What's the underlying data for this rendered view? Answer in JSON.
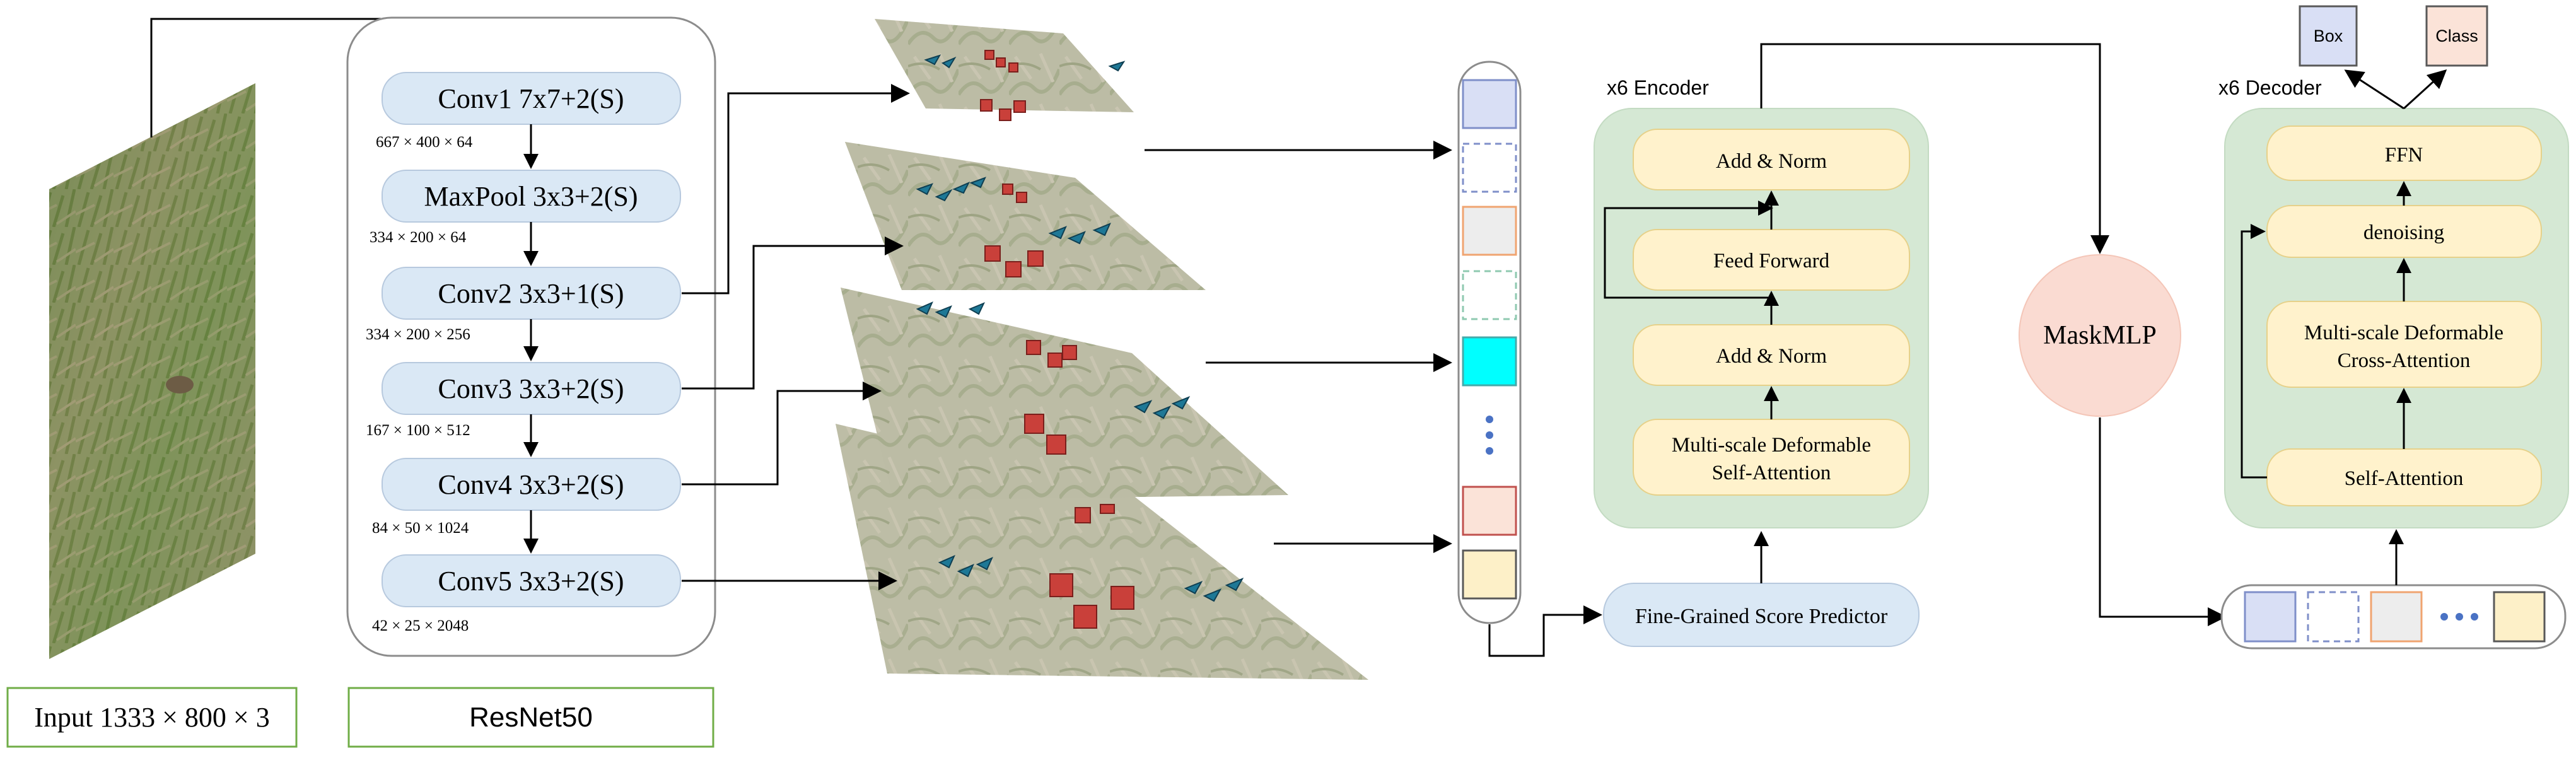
{
  "input": {
    "label": "Input 1333 × 800 × 3"
  },
  "backbone": {
    "label": "ResNet50",
    "stages": [
      {
        "name": "Conv1 7x7+2(S)",
        "shape": "667 × 400 × 64"
      },
      {
        "name": "MaxPool 3x3+2(S)",
        "shape": "334 × 200 × 64"
      },
      {
        "name": "Conv2 3x3+1(S)",
        "shape": "334 × 200 × 256"
      },
      {
        "name": "Conv3 3x3+2(S)",
        "shape": "167 × 100 × 512"
      },
      {
        "name": "Conv4 3x3+2(S)",
        "shape": "84 × 50 × 1024"
      },
      {
        "name": "Conv5 3x3+2(S)",
        "shape": "42 × 25 × 2048"
      }
    ]
  },
  "encoder": {
    "title": "x6 Encoder",
    "blocks": [
      "Add & Norm",
      "Feed Forward",
      "Add & Norm",
      "Multi-scale Deformable\nSelf-Attention"
    ]
  },
  "score_predictor": {
    "label": "Fine-Grained Score Predictor"
  },
  "mask_mlp": {
    "label": "MaskMLP"
  },
  "decoder": {
    "title": "x6 Decoder",
    "blocks": [
      "FFN",
      "denoising",
      "Multi-scale Deformable\nCross-Attention",
      "Self-Attention"
    ]
  },
  "outputs": {
    "box": "Box",
    "class": "Class"
  },
  "colors": {
    "stage_fill": "#dae8f5",
    "block_fill": "#fff2cc",
    "panel_fill": "#d5e8d4",
    "mask_mlp_fill": "#fadbd2",
    "token_blue": "#d9dff5",
    "token_cyan": "#00ffff",
    "token_gray": "#ededed",
    "token_pink": "#fbe3d8",
    "token_yellow": "#fdf0c8",
    "marker_red": "#c9403a",
    "marker_teal": "#1e7896"
  }
}
